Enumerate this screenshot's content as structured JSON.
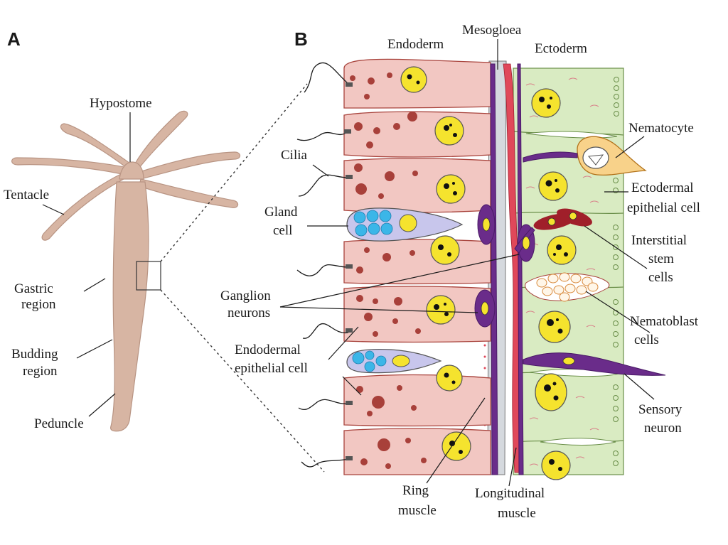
{
  "panels": {
    "a": "A",
    "b": "B"
  },
  "hydra_labels": {
    "hypostome": "Hypostome",
    "tentacle": "Tentacle",
    "gastric": [
      "Gastric",
      "region"
    ],
    "budding": [
      "Budding",
      "region"
    ],
    "peduncle": "Peduncle"
  },
  "layer_labels": {
    "endoderm": "Endoderm",
    "mesogloea": "Mesogloea",
    "ectoderm": "Ectoderm"
  },
  "cell_labels": {
    "cilia": "Cilia",
    "gland_cell": [
      "Gland",
      "cell"
    ],
    "ganglion_neurons": [
      "Ganglion",
      "neurons"
    ],
    "endodermal_epithelial_cell": [
      "Endodermal",
      "epithelial cell"
    ],
    "nematocyte": "Nematocyte",
    "ectodermal_epithelial_cell": [
      "Ectodermal",
      "epithelial cell"
    ],
    "interstitial_stem_cells": [
      "Interstitial",
      "stem",
      "cells"
    ],
    "nematoblast_cells": [
      "Nematoblast",
      "cells"
    ],
    "sensory_neuron": [
      "Sensory",
      "neuron"
    ],
    "ring_muscle": [
      "Ring",
      "muscle"
    ],
    "longitudinal_muscle": [
      "Longitudinal",
      "muscle"
    ]
  },
  "colors": {
    "hydra_body": "#d7b5a3",
    "endoderm": "#f2c7c2",
    "endoderm_outline": "#a8433c",
    "granule": "#a8403a",
    "nucleus": "#f5e32e",
    "ectoderm": "#d9ebc2",
    "ectoderm_outline": "#6b8f4a",
    "mesogloea": "#d5d9de",
    "neuron": "#6a2c8a",
    "gland": "#3bb6e8",
    "stem_cell": "#a01f2a",
    "muscle_red": "#e0485a"
  }
}
